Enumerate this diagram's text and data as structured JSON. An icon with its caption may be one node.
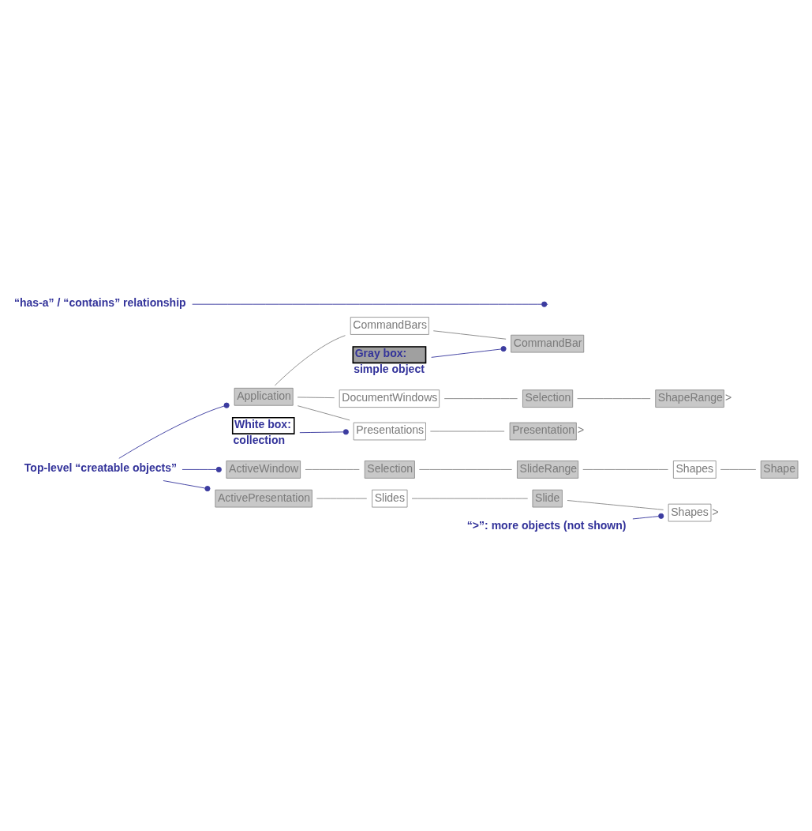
{
  "diagram": {
    "nodes": [
      {
        "text": [
          "Application"
        ]
      },
      {
        "text": [
          "CommandBars"
        ]
      },
      {
        "text": [
          "CommandBar"
        ]
      },
      {
        "text": [
          "DocumentWindows"
        ]
      },
      {
        "text": [
          "Selection"
        ]
      },
      {
        "text": [
          "ShapeRange"
        ],
        "beside": [
          ">"
        ]
      },
      {
        "text": [
          "Presentations"
        ]
      },
      {
        "text": [
          "Presentation"
        ],
        "beside": [
          ">"
        ]
      },
      {
        "text": [
          "ActiveWindow"
        ]
      },
      {
        "text": [
          "Selection"
        ]
      },
      {
        "text": [
          "SlideRange"
        ]
      },
      {
        "text": [
          "Shapes"
        ]
      },
      {
        "text": [
          "Shape"
        ]
      },
      {
        "text": [
          "ActivePresentation"
        ]
      },
      {
        "text": [
          "Slides"
        ]
      },
      {
        "text": [
          "Slide"
        ]
      },
      {
        "text": [
          "Shapes"
        ],
        "beside": [
          ">"
        ]
      },
      {
        "text": [
          "Gray box:",
          "simple object"
        ]
      },
      {
        "text": [
          "White box:",
          "collection"
        ]
      },
      {
        "text": [
          "Top-level “creatable objects”"
        ]
      },
      {
        "text": [
          "“has-a” / “contains” relationship"
        ]
      },
      {
        "text": [
          "“>”: more objects (not shown)"
        ]
      }
    ],
    "edges": [
      {
        "from": 0,
        "to": 1,
        "arrow": "none"
      },
      {
        "from": 1,
        "to": 2,
        "arrow": "none"
      },
      {
        "from": 0,
        "to": 3,
        "arrow": "none"
      },
      {
        "from": 3,
        "to": 4,
        "arrow": "none"
      },
      {
        "from": 4,
        "to": 5,
        "arrow": "none"
      },
      {
        "from": 0,
        "to": 6,
        "arrow": "none"
      },
      {
        "from": 6,
        "to": 7,
        "arrow": "none"
      },
      {
        "from": 8,
        "to": 9,
        "arrow": "none"
      },
      {
        "from": 9,
        "to": 10,
        "arrow": "none"
      },
      {
        "from": 10,
        "to": 11,
        "arrow": "none"
      },
      {
        "from": 11,
        "to": 12,
        "arrow": "none"
      },
      {
        "from": 13,
        "to": 14,
        "arrow": "none"
      },
      {
        "from": 14,
        "to": 15,
        "arrow": "none"
      },
      {
        "from": 15,
        "to": 16,
        "arrow": "none"
      },
      {
        "from": 17,
        "to": 2,
        "arrow": "other",
        "color": "#3c3ca0"
      },
      {
        "from": 18,
        "to": 6,
        "arrow": "other",
        "color": "#3c3ca0"
      },
      {
        "from": 19,
        "to": 0,
        "arrow": "other",
        "color": "#3c3ca0"
      },
      {
        "from": 19,
        "to": 8,
        "arrow": "other",
        "color": "#3c3ca0"
      },
      {
        "from": 19,
        "to": 13,
        "arrow": "other",
        "color": "#3c3ca0"
      },
      {
        "from": 20,
        "to": null,
        "arrow": "other",
        "color": "#3c3ca0"
      },
      {
        "from": 21,
        "to": 16,
        "arrow": "other",
        "color": "#3c3ca0"
      }
    ]
  }
}
